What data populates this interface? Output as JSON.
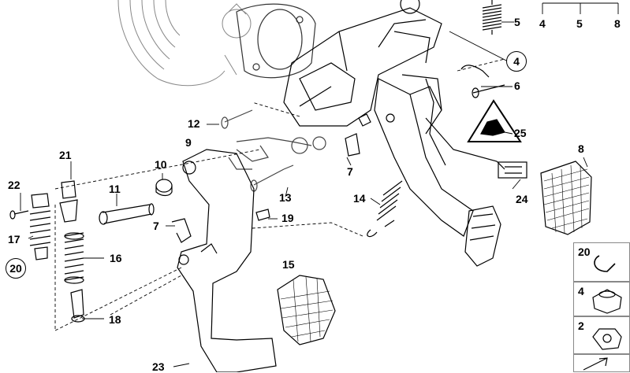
{
  "labels": {
    "l4a": "4",
    "l5a": "5",
    "l8a": "8",
    "l5": "5",
    "l4": "4",
    "l6": "6",
    "l25": "25",
    "l8": "8",
    "l24": "24",
    "l12": "12",
    "l9": "9",
    "l21": "21",
    "l22": "22",
    "l17": "17",
    "l20": "20",
    "l11": "11",
    "l10": "10",
    "l7a": "7",
    "l7b": "7",
    "l13": "13",
    "l14": "14",
    "l19": "19",
    "l16": "16",
    "l15": "15",
    "l18": "18",
    "l23": "23",
    "s20": "20",
    "s4": "4",
    "s2": "2"
  }
}
